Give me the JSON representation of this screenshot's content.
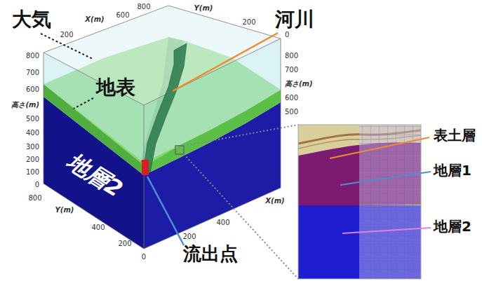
{
  "diagram": {
    "labels": [
      "大気",
      "200",
      "X(m)",
      "600",
      "800",
      "Y(m)",
      "200",
      "0",
      "河川",
      "800",
      "700",
      "高さ(m)",
      "600",
      "500",
      "800",
      "700",
      "600",
      "高さ(m)",
      "500",
      "400",
      "300",
      "200",
      "100",
      "0",
      "地表",
      "地層2",
      "800",
      "Y(m)",
      "400",
      "200",
      "0",
      "X(m)",
      "400",
      "200",
      "流出点",
      "表土層",
      "地層1",
      "地層2"
    ]
  }
}
